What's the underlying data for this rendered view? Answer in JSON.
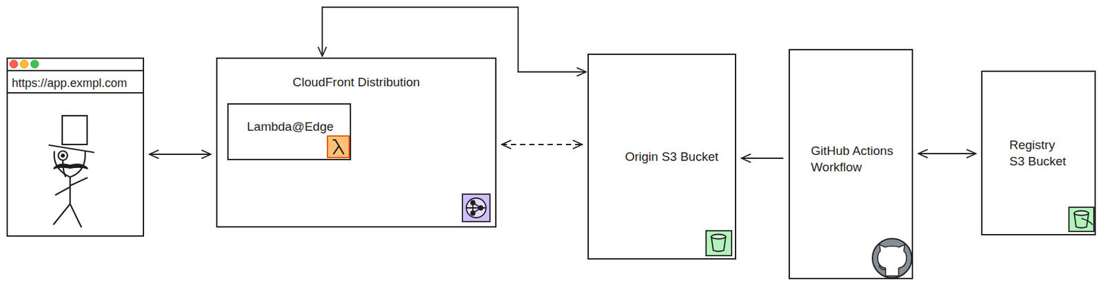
{
  "diagram": {
    "nodes": [
      {
        "text": [
          "https://app.exmpl.com"
        ]
      },
      {
        "text": [
          "CloudFront Distribution"
        ]
      },
      {
        "text": [
          "Lambda@Edge"
        ],
        "in": 1
      },
      {
        "text": [
          "Origin S3 Bucket"
        ]
      },
      {
        "text": [
          "GitHub Actions Workflow"
        ]
      },
      {
        "text": [
          "Registry S3 Bucket"
        ]
      }
    ],
    "edges": [
      {
        "from": 0,
        "to": 1,
        "arrow": "both"
      },
      {
        "from": 1,
        "to": 3,
        "arrow": "both"
      },
      {
        "from": 3,
        "to": 1,
        "arrow": "both"
      },
      {
        "from": 4,
        "to": 3,
        "arrow": "to"
      },
      {
        "from": 4,
        "to": 5,
        "arrow": "both"
      }
    ]
  }
}
